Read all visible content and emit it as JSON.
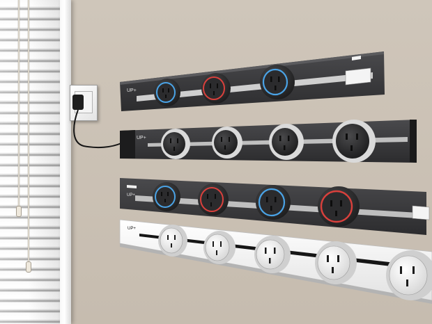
{
  "scene": {
    "description_free": true,
    "colors": {
      "wall": "#c8bfb3",
      "dark_bar": "#3a3a3c",
      "white_bar": "#f5f5f5",
      "blue_ring": "#4aa3e6",
      "red_ring": "#d9403c",
      "silver_ring": "#c9c9c9"
    },
    "icons": [
      "window-blinds-icon",
      "wall-outlet-icon",
      "plug-icon",
      "power-track-icon",
      "socket-icon"
    ]
  },
  "track1": {
    "brand": "UP+",
    "sub": "",
    "sockets": [
      {
        "ring": "blue"
      },
      {
        "ring": "red"
      },
      {
        "ring": "blue"
      }
    ]
  },
  "track2": {
    "brand": "UP+",
    "sub": "",
    "sockets": [
      {
        "ring": "silver"
      },
      {
        "ring": "silver"
      },
      {
        "ring": "silver"
      },
      {
        "ring": "silver"
      }
    ]
  },
  "track3": {
    "brand": "UP+",
    "sub": "",
    "sockets": [
      {
        "ring": "blue"
      },
      {
        "ring": "red"
      },
      {
        "ring": "blue"
      },
      {
        "ring": "red"
      }
    ]
  },
  "track4": {
    "brand": "UP+",
    "sub": "",
    "sockets": [
      {
        "ring": "white"
      },
      {
        "ring": "white"
      },
      {
        "ring": "white"
      },
      {
        "ring": "white"
      },
      {
        "ring": "white"
      }
    ]
  }
}
